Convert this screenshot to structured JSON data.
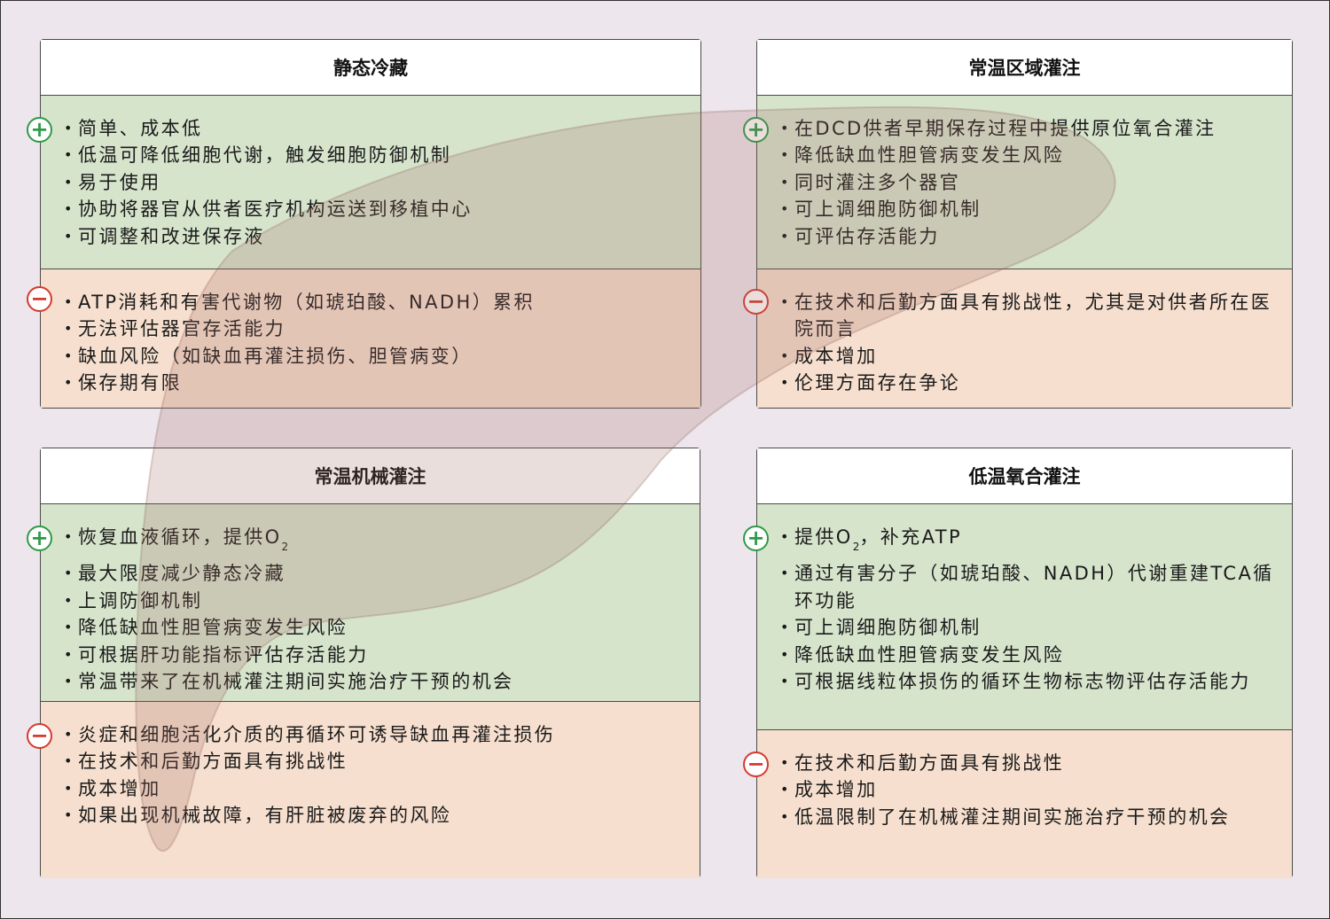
{
  "panels": {
    "scs": {
      "title": "静态冷藏",
      "pros": [
        "简单、成本低",
        "低温可降低细胞代谢，触发细胞防御机制",
        "易于使用",
        "协助将器官从供者医疗机构运送到移植中心",
        "可调整和改进保存液"
      ],
      "cons": [
        "ATP消耗和有害代谢物（如琥珀酸、NADH）累积",
        "无法评估器官存活能力",
        "缺血风险（如缺血再灌注损伤、胆管病变）",
        "保存期有限"
      ]
    },
    "nrp": {
      "title": "常温区域灌注",
      "pros": [
        "在DCD供者早期保存过程中提供原位氧合灌注",
        "降低缺血性胆管病变发生风险",
        "同时灌注多个器官",
        "可上调细胞防御机制",
        "可评估存活能力"
      ],
      "cons": [
        "在技术和后勤方面具有挑战性，尤其是对供者所在医院而言",
        "成本增加",
        "伦理方面存在争论"
      ]
    },
    "nmp": {
      "title": "常温机械灌注",
      "pros": [
        {
          "pre": "恢复血液循环，提供O",
          "sub": "2",
          "post": ""
        },
        "最大限度减少静态冷藏",
        "上调防御机制",
        "降低缺血性胆管病变发生风险",
        "可根据肝功能指标评估存活能力",
        "常温带来了在机械灌注期间实施治疗干预的机会"
      ],
      "cons": [
        "炎症和细胞活化介质的再循环可诱导缺血再灌注损伤",
        "在技术和后勤方面具有挑战性",
        "成本增加",
        "如果出现机械故障，有肝脏被废弃的风险"
      ]
    },
    "hope": {
      "title": "低温氧合灌注",
      "pros": [
        {
          "pre": "提供O",
          "sub": "2",
          "post": "，补充ATP"
        },
        "通过有害分子（如琥珀酸、NADH）代谢重建TCA循环功能",
        "可上调细胞防御机制",
        "降低缺血性胆管病变发生风险",
        "可根据线粒体损伤的循环生物标志物评估存活能力"
      ],
      "cons": [
        "在技术和后勤方面具有挑战性",
        "成本增加",
        "低温限制了在机械灌注期间实施治疗干预的机会"
      ]
    }
  },
  "signs": {
    "plus": "+",
    "minus": "−"
  },
  "colors": {
    "pro": "#d6e4cc",
    "con": "#f6dfce",
    "plus": "#2e9b48",
    "minus": "#d63a2f",
    "liver": "#a06a62"
  }
}
